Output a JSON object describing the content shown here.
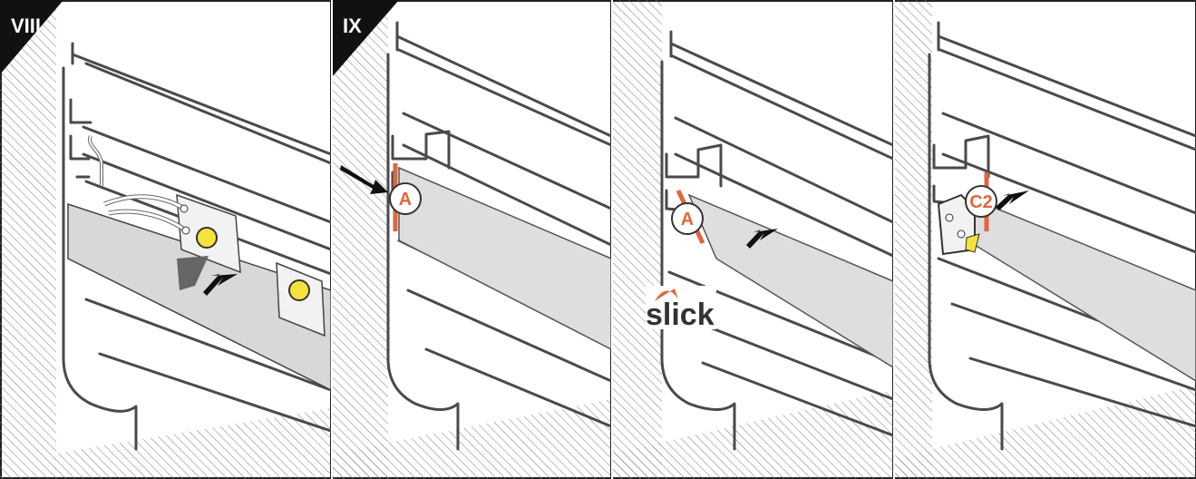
{
  "panels": [
    {
      "step": "VIII"
    },
    {
      "step": "IX",
      "marker": "A"
    },
    {
      "marker": "A",
      "brand": "slick"
    },
    {
      "marker": "C2"
    }
  ],
  "colors": {
    "accent": "#e0663a",
    "led": "#f5e23a",
    "strip": "#d8d8d8",
    "profile": "#4a4a4a"
  }
}
